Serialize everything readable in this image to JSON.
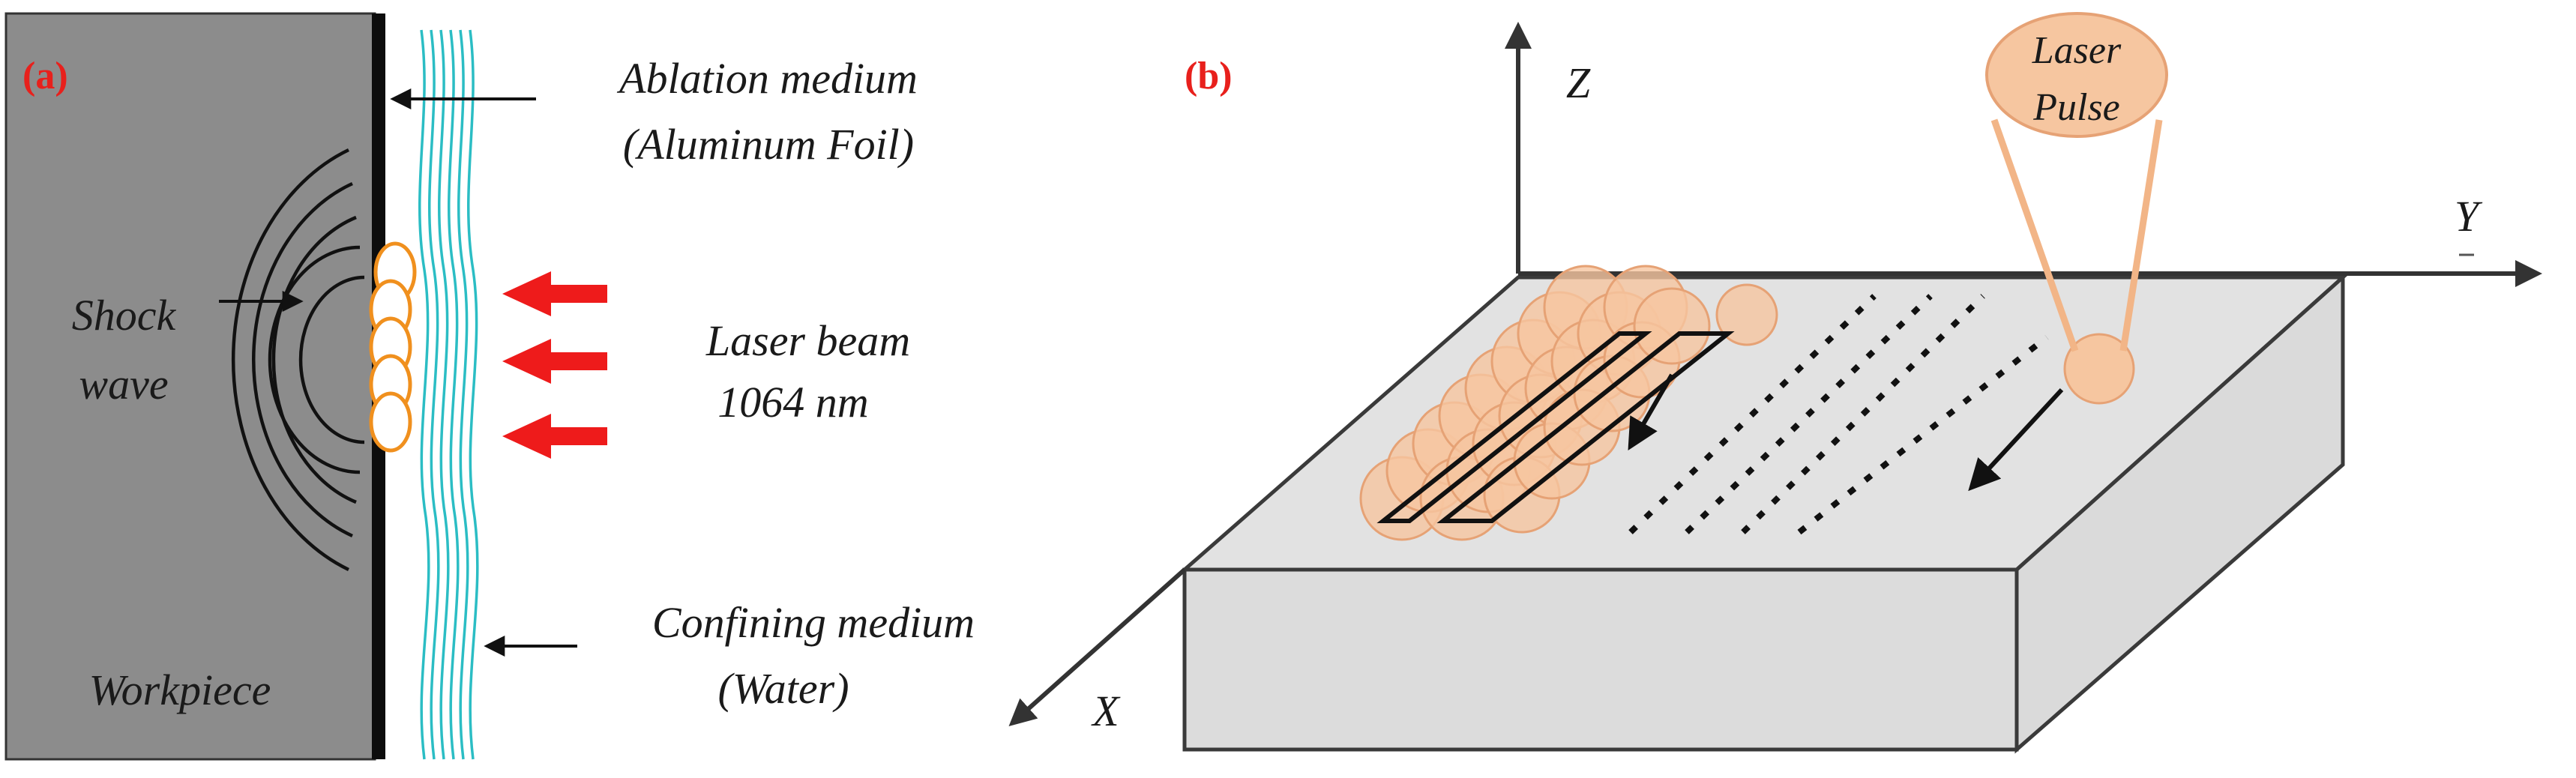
{
  "panel_a": {
    "tag": "(a)",
    "labels": {
      "ablation_1": "Ablation medium",
      "ablation_2": "(Aluminum Foil)",
      "laser_1": "Laser beam",
      "laser_2": "1064 nm",
      "shock_1": "Shock",
      "shock_2": "wave",
      "confining_1": "Confining medium",
      "confining_2": "(Water)",
      "workpiece": "Workpiece"
    }
  },
  "panel_b": {
    "tag": "(b)",
    "labels": {
      "z": "Z",
      "y": "Y",
      "x": "X",
      "pulse_1": "Laser",
      "pulse_2": "Pulse"
    }
  },
  "colors": {
    "workpiece": "#8c8c8c",
    "water": "#2bbdc4",
    "spot_ring": "#f0901e",
    "laser_arrow": "#ee1b1b",
    "pulse_fill": "#f6c6a0",
    "block_top": "#e2e2e2",
    "block_side": "#dcdcdc",
    "tag_text": "#e8201c"
  }
}
